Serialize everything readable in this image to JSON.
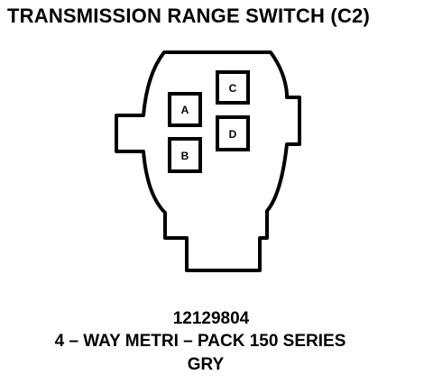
{
  "title": "TRANSMISSION RANGE SWITCH (C2)",
  "connector": {
    "cavities": [
      {
        "id": "A",
        "label": "A"
      },
      {
        "id": "B",
        "label": "B"
      },
      {
        "id": "C",
        "label": "C"
      },
      {
        "id": "D",
        "label": "D"
      }
    ]
  },
  "caption": {
    "part_number": "12129804",
    "description": "4 – WAY METRI – PACK 150 SERIES",
    "color": "GRY"
  },
  "colors": {
    "line": "#000000",
    "background": "#ffffff"
  }
}
